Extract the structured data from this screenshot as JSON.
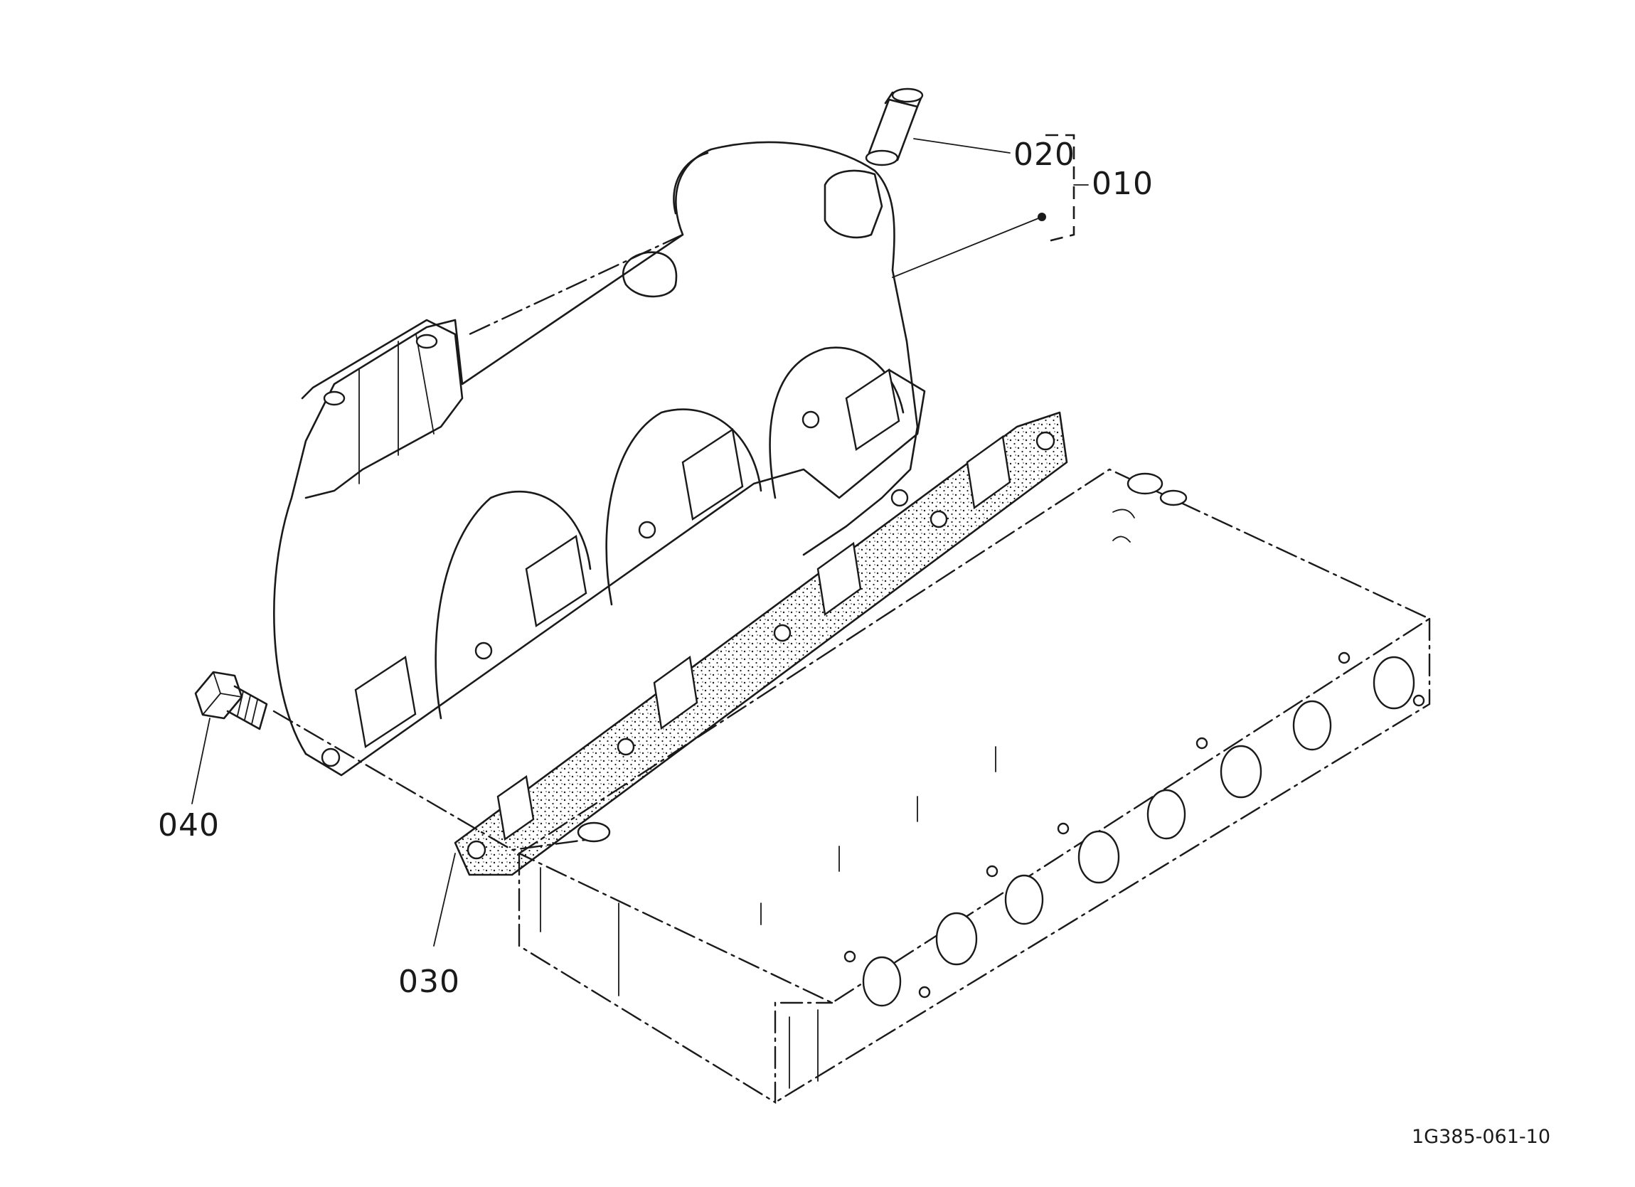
{
  "callouts": {
    "c010": "010",
    "c020": "020",
    "c030": "030",
    "c040": "040"
  },
  "figure_code": "1G385-061-10"
}
